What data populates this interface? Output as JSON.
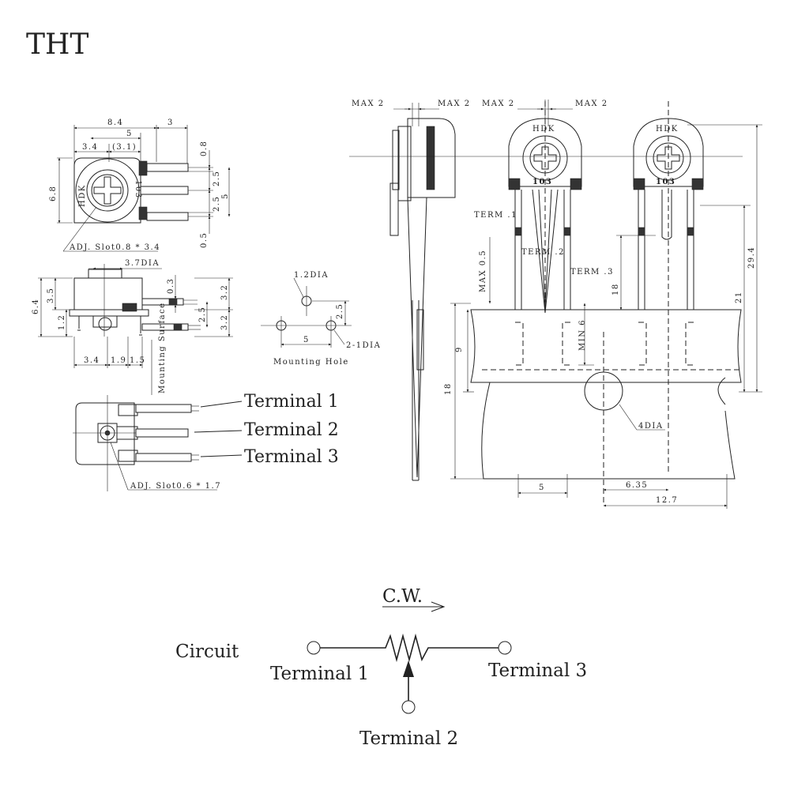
{
  "title": "THT",
  "top_view": {
    "dims": [
      "8.4",
      "3",
      "5",
      "3.4",
      "(3.1)",
      "0.8",
      "2.5",
      "2.5",
      "5",
      "6.8",
      "0.5"
    ],
    "body_text": [
      "HDK",
      "103"
    ],
    "adj_slot": "ADJ. Slot0.8 * 3.4"
  },
  "side_view": {
    "dims": [
      "3.7DIA",
      "6.4",
      "3.5",
      "1.2",
      "0.3",
      "3.2",
      "2.5",
      "3.2",
      "3.4",
      "1.9",
      "1.5"
    ],
    "mounting_surface": "Mounting Surface"
  },
  "mounting_hole": {
    "dims": [
      "1.2DIA",
      "2.5",
      "5",
      "2-1DIA"
    ],
    "label": "Mounting Hole"
  },
  "bottom_view": {
    "terminals": [
      "Terminal 1",
      "Terminal 2",
      "Terminal 3"
    ],
    "adj_slot": "ADJ. Slot0.6 * 1.7"
  },
  "tape": {
    "max_labels": [
      "MAX 2",
      "MAX 2",
      "MAX 2",
      "MAX 2"
    ],
    "body_text": [
      "HDK",
      "103"
    ],
    "terms": [
      "TERM .1",
      "TERM .2",
      "TERM .3"
    ],
    "dims": [
      "MAX 0.5",
      "18",
      "29.4",
      "21",
      "9",
      "18",
      "MIN 6",
      "4DIA",
      "5",
      "6.35",
      "12.7"
    ]
  },
  "circuit": {
    "label": "Circuit",
    "direction": "C.W.",
    "terminals": [
      "Terminal 1",
      "Terminal 2",
      "Terminal 3"
    ]
  }
}
